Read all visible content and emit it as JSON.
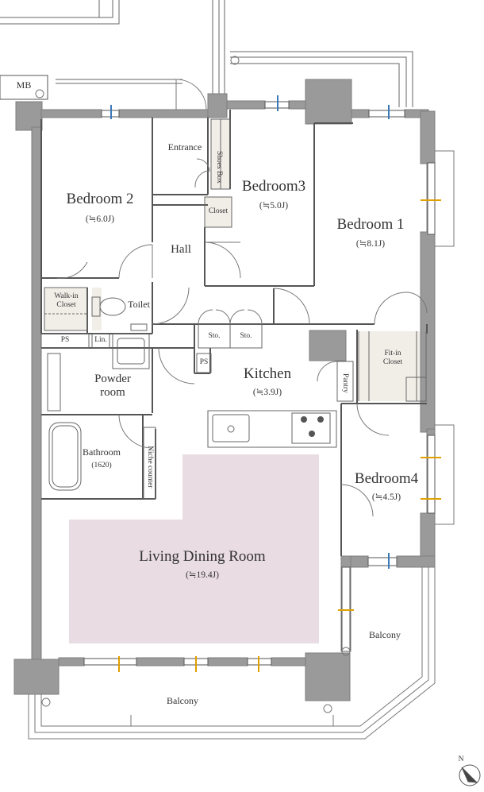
{
  "rooms": {
    "bedroom2": {
      "name": "Bedroom 2",
      "area": "(≒6.0J)"
    },
    "bedroom3": {
      "name": "Bedroom3",
      "area": "(≒5.0J)"
    },
    "bedroom1": {
      "name": "Bedroom 1",
      "area": "(≒8.1J)"
    },
    "bedroom4": {
      "name": "Bedroom4",
      "area": "(≒4.5J)"
    },
    "kitchen": {
      "name": "Kitchen",
      "area": "(≒3.9J)"
    },
    "living": {
      "name": "Living Dining Room",
      "area": "(≒19.4J)"
    },
    "powder": {
      "name": "Powder\nroom"
    },
    "bathroom": {
      "name": "Bathroom",
      "size": "(1620)"
    }
  },
  "labels": {
    "mb": "MB",
    "entrance": "Entrance",
    "shoes_box": "Shoes Box",
    "closet": "Closet",
    "hall": "Hall",
    "walkin": "Walk-in\nCloset",
    "toilet": "Toilet",
    "ps1": "PS",
    "lin": "Lin.",
    "sto1": "Sto.",
    "sto2": "Sto.",
    "ps2": "PS",
    "pantry": "Pantry",
    "fitin": "Fit-in\nCloset",
    "niche": "Niche counter",
    "balcony_south": "Balcony",
    "balcony_east": "Balcony",
    "north": "N"
  },
  "colors": {
    "wall": "#9a9a9a",
    "wall_dark": "#8c8c8c",
    "line": "#555555",
    "ldk_fill": "#e9dce3",
    "closet_fill": "#f1eee8",
    "window_blue": "#3a7ab8",
    "window_yellow": "#e0a000"
  }
}
